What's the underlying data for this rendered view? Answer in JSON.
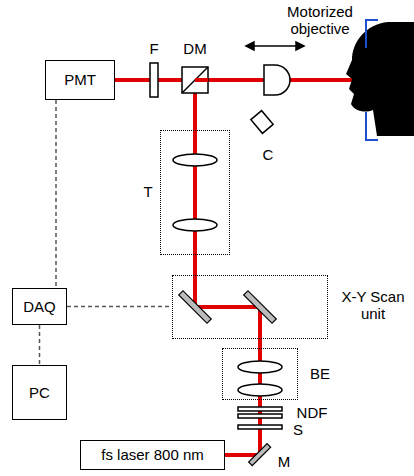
{
  "diagram": {
    "nodes": [
      {
        "text": [
          "PMT"
        ]
      },
      {
        "text": [
          "T"
        ]
      },
      {
        "text": [
          "DAQ"
        ]
      },
      {
        "text": [
          "X-Y Scan unit"
        ]
      },
      {
        "text": [
          "BE"
        ]
      },
      {
        "text": [
          "PC"
        ]
      },
      {
        "text": [
          "fs laser 800 nm"
        ]
      }
    ],
    "edges": [
      {
        "from": 0,
        "to": 2,
        "arrow": "none"
      },
      {
        "from": 2,
        "to": 3,
        "arrow": "none"
      },
      {
        "from": 2,
        "to": 5,
        "arrow": "none"
      }
    ],
    "labels": [
      "Motorized objective",
      "F",
      "DM",
      "C",
      "NDF",
      "S",
      "M"
    ]
  }
}
